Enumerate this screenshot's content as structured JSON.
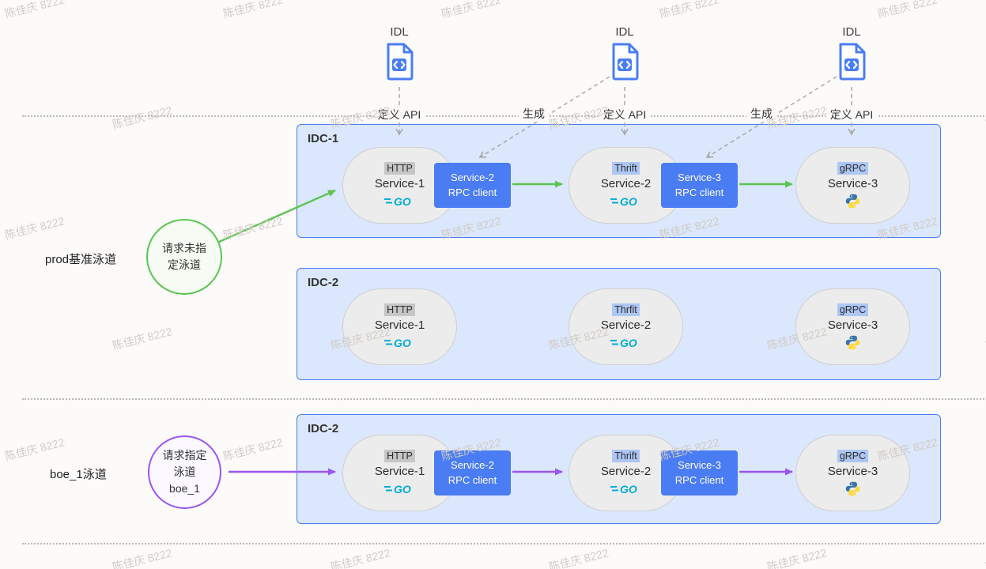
{
  "watermark": {
    "text": "陈佳庆 8222"
  },
  "idl": {
    "label": "IDL",
    "define_api_label": "定义 API",
    "generate_label": "生成"
  },
  "lanes": {
    "prod": {
      "side_label": "prod基准泳道",
      "circle_lines": [
        "请求未指",
        "定泳道"
      ],
      "color": "#5dc452"
    },
    "boe": {
      "side_label": "boe_1泳道",
      "circle_lines": [
        "请求指定",
        "泳道",
        "boe_1"
      ],
      "color": "#9b55ee"
    }
  },
  "boxes": {
    "idc1": {
      "title": "IDC-1",
      "services": [
        {
          "protocol": "HTTP",
          "name": "Service-1",
          "runtime": "go"
        },
        {
          "protocol": "Thrift",
          "name": "Service-2",
          "runtime": "go"
        },
        {
          "protocol": "gRPC",
          "name": "Service-3",
          "runtime": "python"
        }
      ],
      "rpc_clients": [
        {
          "line1": "Service-2",
          "line2": "RPC client"
        },
        {
          "line1": "Service-3",
          "line2": "RPC client"
        }
      ]
    },
    "idc2_prod": {
      "title": "IDC-2",
      "services": [
        {
          "protocol": "HTTP",
          "name": "Service-1",
          "runtime": "go"
        },
        {
          "protocol": "Thrfit",
          "name": "Service-2",
          "runtime": "go"
        },
        {
          "protocol": "gRPC",
          "name": "Service-3",
          "runtime": "python"
        }
      ]
    },
    "idc2_boe": {
      "title": "IDC-2",
      "services": [
        {
          "protocol": "HTTP",
          "name": "Service-1",
          "runtime": "go"
        },
        {
          "protocol": "Thrift",
          "name": "Service-2",
          "runtime": "go"
        },
        {
          "protocol": "gRPC",
          "name": "Service-3",
          "runtime": "python"
        }
      ],
      "rpc_clients": [
        {
          "line1": "Service-2",
          "line2": "RPC client"
        },
        {
          "line1": "Service-3",
          "line2": "RPC client"
        }
      ]
    }
  },
  "colors": {
    "lane_green": "#5dc452",
    "lane_purple": "#9b55ee",
    "idc_fill": "#dbe7fc",
    "idc_border": "#4e7cf0",
    "rpc_client_blue": "#4a7cf3",
    "tag_blue_bg": "#adc6f4",
    "tag_gray_bg": "#c6c6c6",
    "go_cyan": "#00acd7",
    "python_blue": "#3974a8",
    "python_yellow": "#ffd83e",
    "idl_icon_blue": "#4a7df5"
  }
}
